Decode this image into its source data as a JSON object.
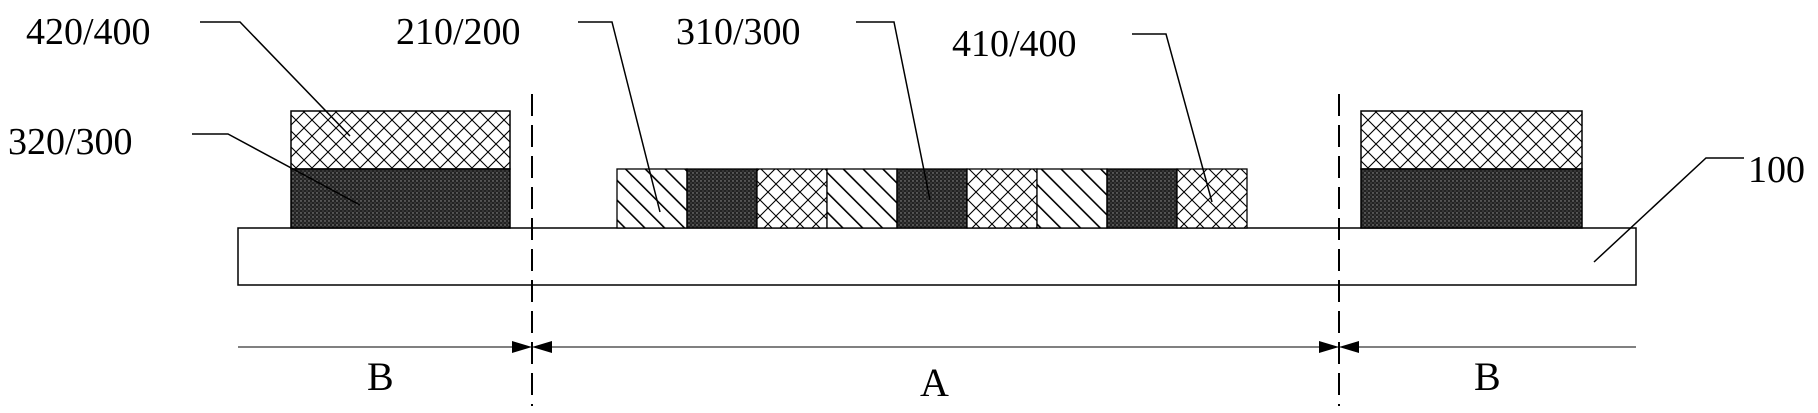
{
  "labels": {
    "l420": "420/400",
    "l320": "320/300",
    "l210": "210/200",
    "l310": "310/300",
    "l410": "410/400",
    "l100": "100"
  },
  "regions": {
    "left": "B",
    "center": "A",
    "right": "B"
  },
  "patterns": {
    "layer_200": "diagonal-hatch",
    "layer_300": "dense-dots",
    "layer_400": "crosshatch"
  },
  "colors": {
    "line": "#000000",
    "background": "#ffffff"
  }
}
